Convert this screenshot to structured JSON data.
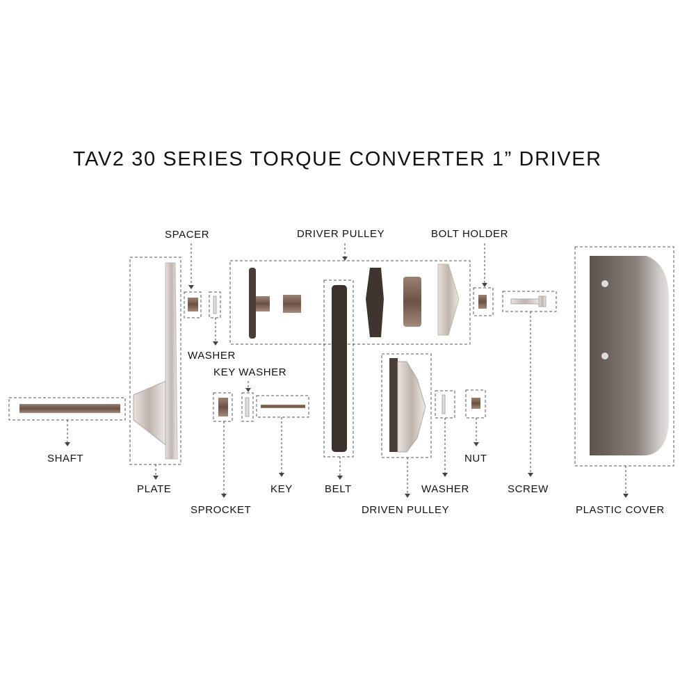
{
  "title": "TAV2  30 SERIES TORQUE CONVERTER 1” DRIVER",
  "labels": {
    "spacer": "SPACER",
    "driver_pulley": "DRIVER PULLEY",
    "bolt_holder": "BOLT HOLDER",
    "washer_top": "WASHER",
    "key_washer": "KEY WASHER",
    "shaft": "SHAFT",
    "plate": "PLATE",
    "sprocket": "SPROCKET",
    "key": "KEY",
    "belt": "BELT",
    "driven_pulley": "DRIVEN PULLEY",
    "washer_bottom": "WASHER",
    "nut": "NUT",
    "screw": "SCREW",
    "plastic_cover": "PLASTIC COVER"
  },
  "colors": {
    "metal": "#c9bfb8",
    "dark": "#3b302c",
    "bronze": "#8a6f5f"
  }
}
